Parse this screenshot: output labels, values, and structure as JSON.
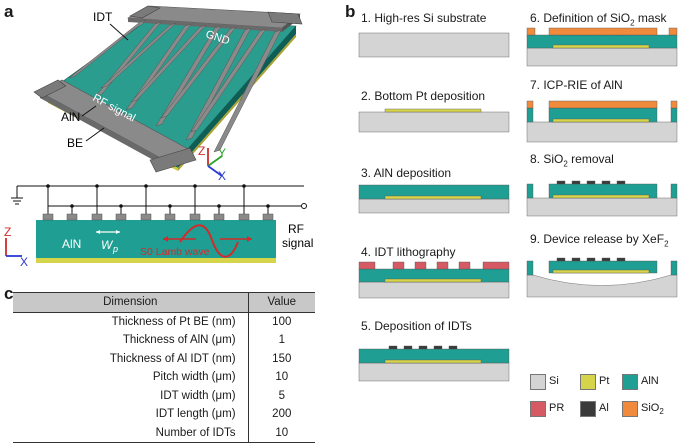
{
  "panels": {
    "a": "a",
    "b": "b",
    "c": "c"
  },
  "device3d": {
    "labels": {
      "idt": "IDT",
      "gnd": "GND",
      "rf": "RF signal",
      "aln": "AlN",
      "be": "BE"
    },
    "axes": {
      "z": "Z",
      "y": "Y",
      "x": "X"
    }
  },
  "crossSection": {
    "aln": "AlN",
    "wp": "W",
    "wp_sub": "p",
    "wave": "S0 Lamb wave",
    "rf1": "RF",
    "rf2": "signal",
    "axes": {
      "z": "Z",
      "x": "X"
    }
  },
  "process": {
    "steps": [
      {
        "label": "1. High-res Si substrate"
      },
      {
        "label": "2. Bottom Pt deposition"
      },
      {
        "label": "3. AlN deposition"
      },
      {
        "label": "4. IDT lithography"
      },
      {
        "label": "5. Deposition of IDTs"
      },
      {
        "label": "6. Definition of SiO",
        "sub": "2",
        "tail": " mask"
      },
      {
        "label": "7. ICP-RIE of AlN"
      },
      {
        "label": "8. SiO",
        "sub": "2",
        "tail": " removal"
      },
      {
        "label": "9. Device release by XeF",
        "sub": "2",
        "tail": ""
      }
    ],
    "legend": [
      {
        "label": "Si",
        "color": "#d4d4d4"
      },
      {
        "label": "Pt",
        "color": "#d6d44a"
      },
      {
        "label": "AlN",
        "color": "#1f9e93"
      },
      {
        "label": "PR",
        "color": "#d65a63"
      },
      {
        "label": "Al",
        "color": "#3a3a3a"
      },
      {
        "label": "SiO",
        "sub": "2",
        "color": "#f08a3c"
      }
    ]
  },
  "table": {
    "headers": [
      "Dimension",
      "Value"
    ],
    "rows": [
      {
        "name": "Thickness of Pt BE (nm)",
        "value": "100"
      },
      {
        "name": "Thickness of AlN (μm)",
        "value": "1"
      },
      {
        "name": "Thickness of Al IDT (nm)",
        "value": "150"
      },
      {
        "name": "Pitch width (μm)",
        "value": "10"
      },
      {
        "name": "IDT width (μm)",
        "value": "5"
      },
      {
        "name": "IDT length (μm)",
        "value": "200"
      },
      {
        "name": "Number of IDTs",
        "value": "10"
      }
    ]
  },
  "colors": {
    "si": "#d4d4d4",
    "pt": "#d6d44a",
    "aln": "#1f9e93",
    "pr": "#d65a63",
    "al": "#3a3a3a",
    "sio2": "#f08a3c",
    "wave": "#d42a2a"
  }
}
